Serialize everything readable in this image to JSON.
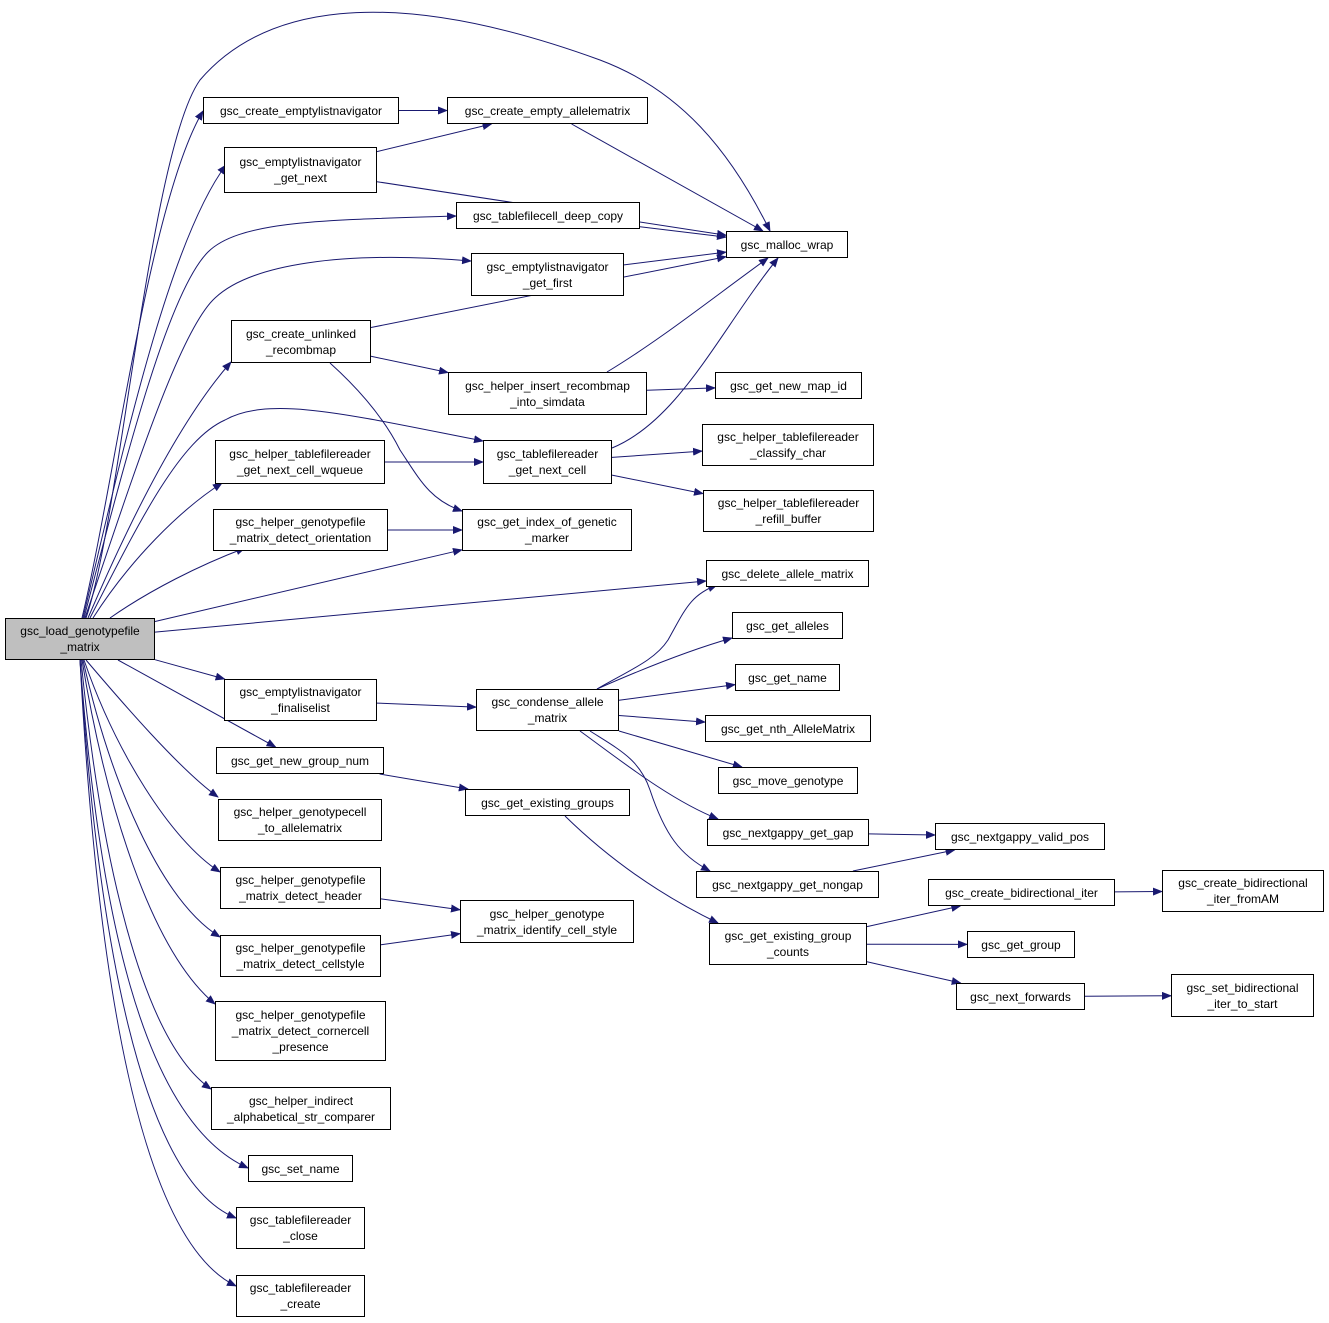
{
  "colors": {
    "edge": "#191970",
    "root_fill": "#bfbfbf",
    "node_fill": "#ffffff",
    "border": "#000000"
  },
  "root": "gsc_load_genotypefile\n_matrix",
  "nodes": {
    "load": "gsc_load_genotypefile\n_matrix",
    "cenav": "gsc_create_emptylistnavigator",
    "ceam": "gsc_create_empty_allelematrix",
    "elnext": "gsc_emptylistnavigator\n_get_next",
    "tfcopy": "gsc_tablefilecell_deep_copy",
    "malloc": "gsc_malloc_wrap",
    "elfirst": "gsc_emptylistnavigator\n_get_first",
    "cur": "gsc_create_unlinked\n_recombmap",
    "hirm": "gsc_helper_insert_recombmap\n_into_simdata",
    "gnmi": "gsc_get_new_map_id",
    "tfrnext": "gsc_tablefilereader\n_get_next_cell",
    "htfnextq": "gsc_helper_tablefilereader\n_get_next_cell_wqueue",
    "classify": "gsc_helper_tablefilereader\n_classify_char",
    "refill": "gsc_helper_tablefilereader\n_refill_buffer",
    "hgmdo": "gsc_helper_genotypefile\n_matrix_detect_orientation",
    "gigm": "gsc_get_index_of_genetic\n_marker",
    "dam": "gsc_delete_allele_matrix",
    "getalleles": "gsc_get_alleles",
    "getname": "gsc_get_name",
    "getnth": "gsc_get_nth_AlleleMatrix",
    "movegen": "gsc_move_genotype",
    "elfinal": "gsc_emptylistnavigator\n_finaliselist",
    "condense": "gsc_condense_allele\n_matrix",
    "gngn": "gsc_get_new_group_num",
    "geg": "gsc_get_existing_groups",
    "hgcell": "gsc_helper_genotypecell\n_to_allelematrix",
    "ngap": "gsc_nextgappy_get_gap",
    "nvalid": "gsc_nextgappy_valid_pos",
    "nnongap": "gsc_nextgappy_get_nongap",
    "hgmdh": "gsc_helper_genotypefile\n_matrix_detect_header",
    "hgmics": "gsc_helper_genotype\n_matrix_identify_cell_style",
    "gegc": "gsc_get_existing_group\n_counts",
    "cbi": "gsc_create_bidirectional_iter",
    "cbiam": "gsc_create_bidirectional\n_iter_fromAM",
    "getgroup": "gsc_get_group",
    "hgmdcs": "gsc_helper_genotypefile\n_matrix_detect_cellstyle",
    "nextfwd": "gsc_next_forwards",
    "sbis": "gsc_set_bidirectional\n_iter_to_start",
    "hgmdcp": "gsc_helper_genotypefile\n_matrix_detect_cornercell\n_presence",
    "hiasc": "gsc_helper_indirect\n_alphabetical_str_comparer",
    "setname": "gsc_set_name",
    "tfrclose": "gsc_tablefilereader\n_close",
    "tfrcreate": "gsc_tablefilereader\n_create"
  },
  "edges": [
    [
      "load",
      "cenav"
    ],
    [
      "load",
      "elnext"
    ],
    [
      "load",
      "malloc"
    ],
    [
      "load",
      "tfcopy"
    ],
    [
      "load",
      "elfirst"
    ],
    [
      "load",
      "cur"
    ],
    [
      "load",
      "tfrnext"
    ],
    [
      "load",
      "htfnextq"
    ],
    [
      "load",
      "hgmdo"
    ],
    [
      "load",
      "gigm"
    ],
    [
      "load",
      "dam"
    ],
    [
      "load",
      "elfinal"
    ],
    [
      "load",
      "gngn"
    ],
    [
      "load",
      "hgcell"
    ],
    [
      "load",
      "hgmdh"
    ],
    [
      "load",
      "hgmdcs"
    ],
    [
      "load",
      "hgmdcp"
    ],
    [
      "load",
      "hiasc"
    ],
    [
      "load",
      "setname"
    ],
    [
      "load",
      "tfrclose"
    ],
    [
      "load",
      "tfrcreate"
    ],
    [
      "cenav",
      "ceam"
    ],
    [
      "ceam",
      "malloc"
    ],
    [
      "elnext",
      "ceam"
    ],
    [
      "elnext",
      "malloc"
    ],
    [
      "tfcopy",
      "malloc"
    ],
    [
      "elfirst",
      "malloc"
    ],
    [
      "cur",
      "malloc"
    ],
    [
      "cur",
      "hirm"
    ],
    [
      "cur",
      "gigm"
    ],
    [
      "hirm",
      "malloc"
    ],
    [
      "hirm",
      "gnmi"
    ],
    [
      "tfrnext",
      "malloc"
    ],
    [
      "tfrnext",
      "classify"
    ],
    [
      "tfrnext",
      "refill"
    ],
    [
      "htfnextq",
      "tfrnext"
    ],
    [
      "hgmdo",
      "gigm"
    ],
    [
      "elfinal",
      "condense"
    ],
    [
      "condense",
      "dam"
    ],
    [
      "condense",
      "getalleles"
    ],
    [
      "condense",
      "getname"
    ],
    [
      "condense",
      "getnth"
    ],
    [
      "condense",
      "movegen"
    ],
    [
      "condense",
      "ngap"
    ],
    [
      "condense",
      "nnongap"
    ],
    [
      "ngap",
      "nvalid"
    ],
    [
      "nnongap",
      "nvalid"
    ],
    [
      "gngn",
      "geg"
    ],
    [
      "geg",
      "gegc"
    ],
    [
      "gegc",
      "cbi"
    ],
    [
      "gegc",
      "getgroup"
    ],
    [
      "gegc",
      "nextfwd"
    ],
    [
      "cbi",
      "cbiam"
    ],
    [
      "nextfwd",
      "sbis"
    ],
    [
      "hgmdh",
      "hgmics"
    ],
    [
      "hgmdcs",
      "hgmics"
    ]
  ]
}
